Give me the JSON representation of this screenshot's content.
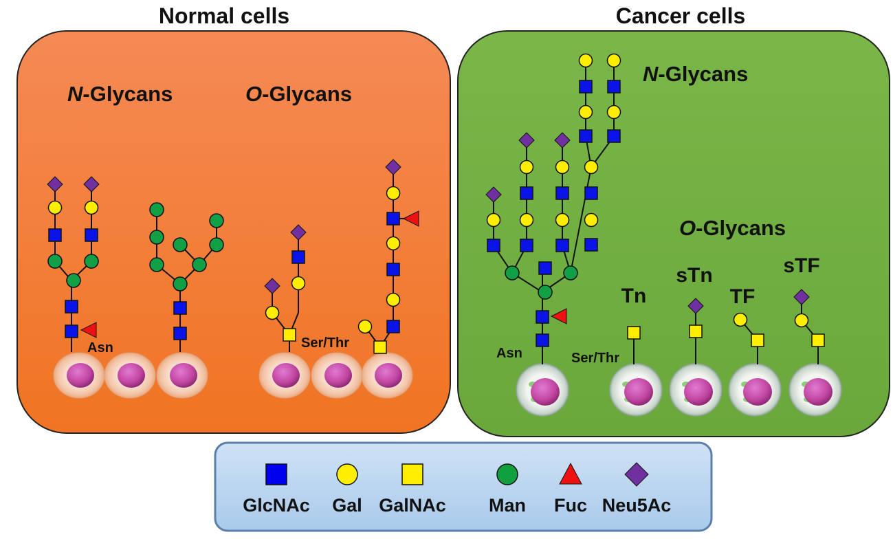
{
  "normal": {
    "title": "Normal cells",
    "n_glycans": {
      "italic": "N",
      "rest": "-Glycans"
    },
    "o_glycans": {
      "italic": "O",
      "rest": "-Glycans"
    },
    "asn": "Asn",
    "ser_thr": "Ser/Thr",
    "panel_color": "#f07a2e"
  },
  "cancer": {
    "title": "Cancer cells",
    "n_glycans": {
      "italic": "N",
      "rest": "-Glycans"
    },
    "o_glycans": {
      "italic": "O",
      "rest": "-Glycans"
    },
    "asn": "Asn",
    "ser_thr": "Ser/Thr",
    "antigens": [
      "Tn",
      "sTn",
      "TF",
      "sTF"
    ],
    "panel_color": "#6fad46"
  },
  "legend": {
    "items": [
      {
        "label": "GlcNAc",
        "shape": "blue-square",
        "color": "#0000ee"
      },
      {
        "label": "Gal",
        "shape": "yellow-circle",
        "color": "#ffee00"
      },
      {
        "label": "GalNAc",
        "shape": "yellow-square",
        "color": "#ffee00"
      },
      {
        "label": "Man",
        "shape": "green-circle",
        "color": "#10a040"
      },
      {
        "label": "Fuc",
        "shape": "red-triangle",
        "color": "#ee1111"
      },
      {
        "label": "Neu5Ac",
        "shape": "purple-diamond",
        "color": "#7030a0"
      }
    ]
  }
}
